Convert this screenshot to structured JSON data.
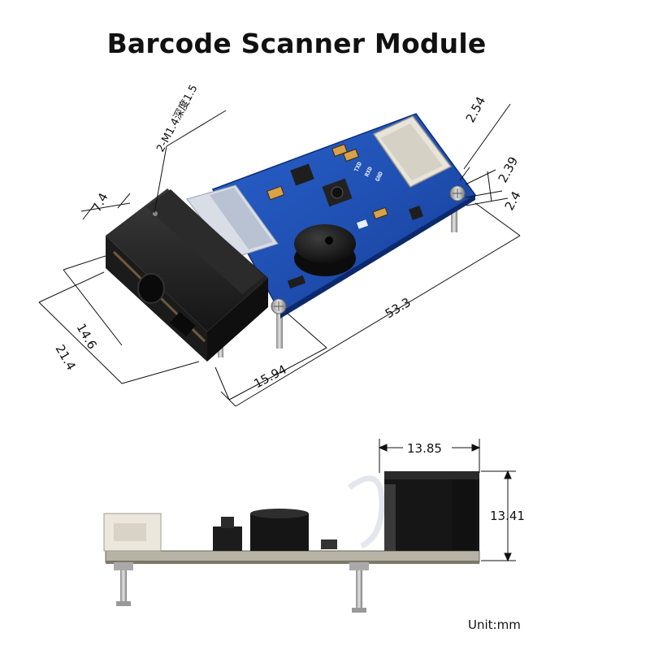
{
  "title": "Barcode Scanner Module",
  "unit_label": "Unit:mm",
  "pin_labels": [
    "TXD",
    "RXD",
    "GND"
  ],
  "top_view": {
    "hole_note": "2-M1.4深度1.5",
    "dims": [
      "2.54",
      "2.39",
      "2.4",
      "7.4",
      "14.6",
      "21.4",
      "15.94",
      "53.3"
    ]
  },
  "side_view": {
    "dims": [
      "13.85",
      "13.41"
    ]
  },
  "colors": {
    "pcb_blue": "#1f4fb5",
    "scanner_black": "#1a1a1a",
    "dimension_line": "#111111"
  }
}
